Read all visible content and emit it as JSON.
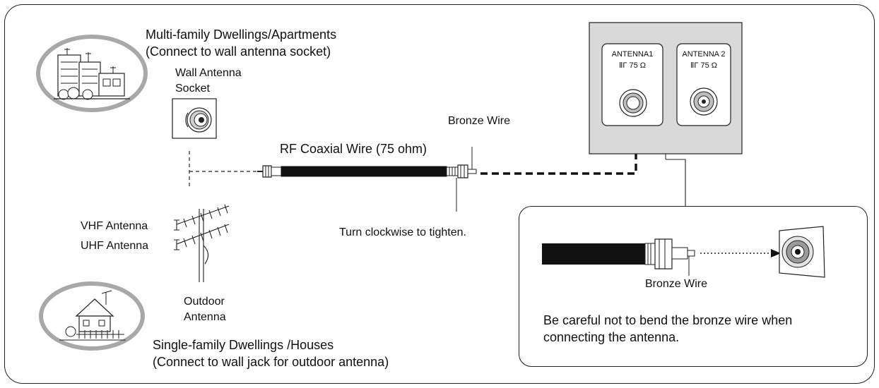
{
  "apartments": {
    "title": "Multi-family Dwellings/Apartments",
    "subtitle": "(Connect to wall antenna socket)"
  },
  "wall_socket": {
    "label_line1": "Wall Antenna",
    "label_line2": "Socket"
  },
  "cable": {
    "label": "RF Coaxial Wire (75 ohm)",
    "bronze_wire_label": "Bronze Wire",
    "tighten_note": "Turn clockwise to tighten."
  },
  "outdoor_antenna": {
    "vhf_label": "VHF Antenna",
    "uhf_label": "UHF Antenna",
    "label_line1": "Outdoor",
    "label_line2": "Antenna"
  },
  "houses": {
    "title": "Single-family Dwellings /Houses",
    "subtitle": "(Connect to wall jack for outdoor antenna)"
  },
  "tv_panel": {
    "antenna1_name": "ANTENNA1",
    "antenna1_spec": "ⅡΓ 75 Ω",
    "antenna2_name": "ANTENNA 2",
    "antenna2_spec": "ⅡΓ 75 Ω"
  },
  "detail": {
    "bronze_wire_label": "Bronze Wire",
    "caution_line1": "Be careful not to bend the bronze wire when",
    "caution_line2": "connecting the antenna."
  },
  "colors": {
    "ellipse_gray": "#a8a8a8",
    "panel_gray": "#d9d9d9",
    "line": "#111111"
  }
}
